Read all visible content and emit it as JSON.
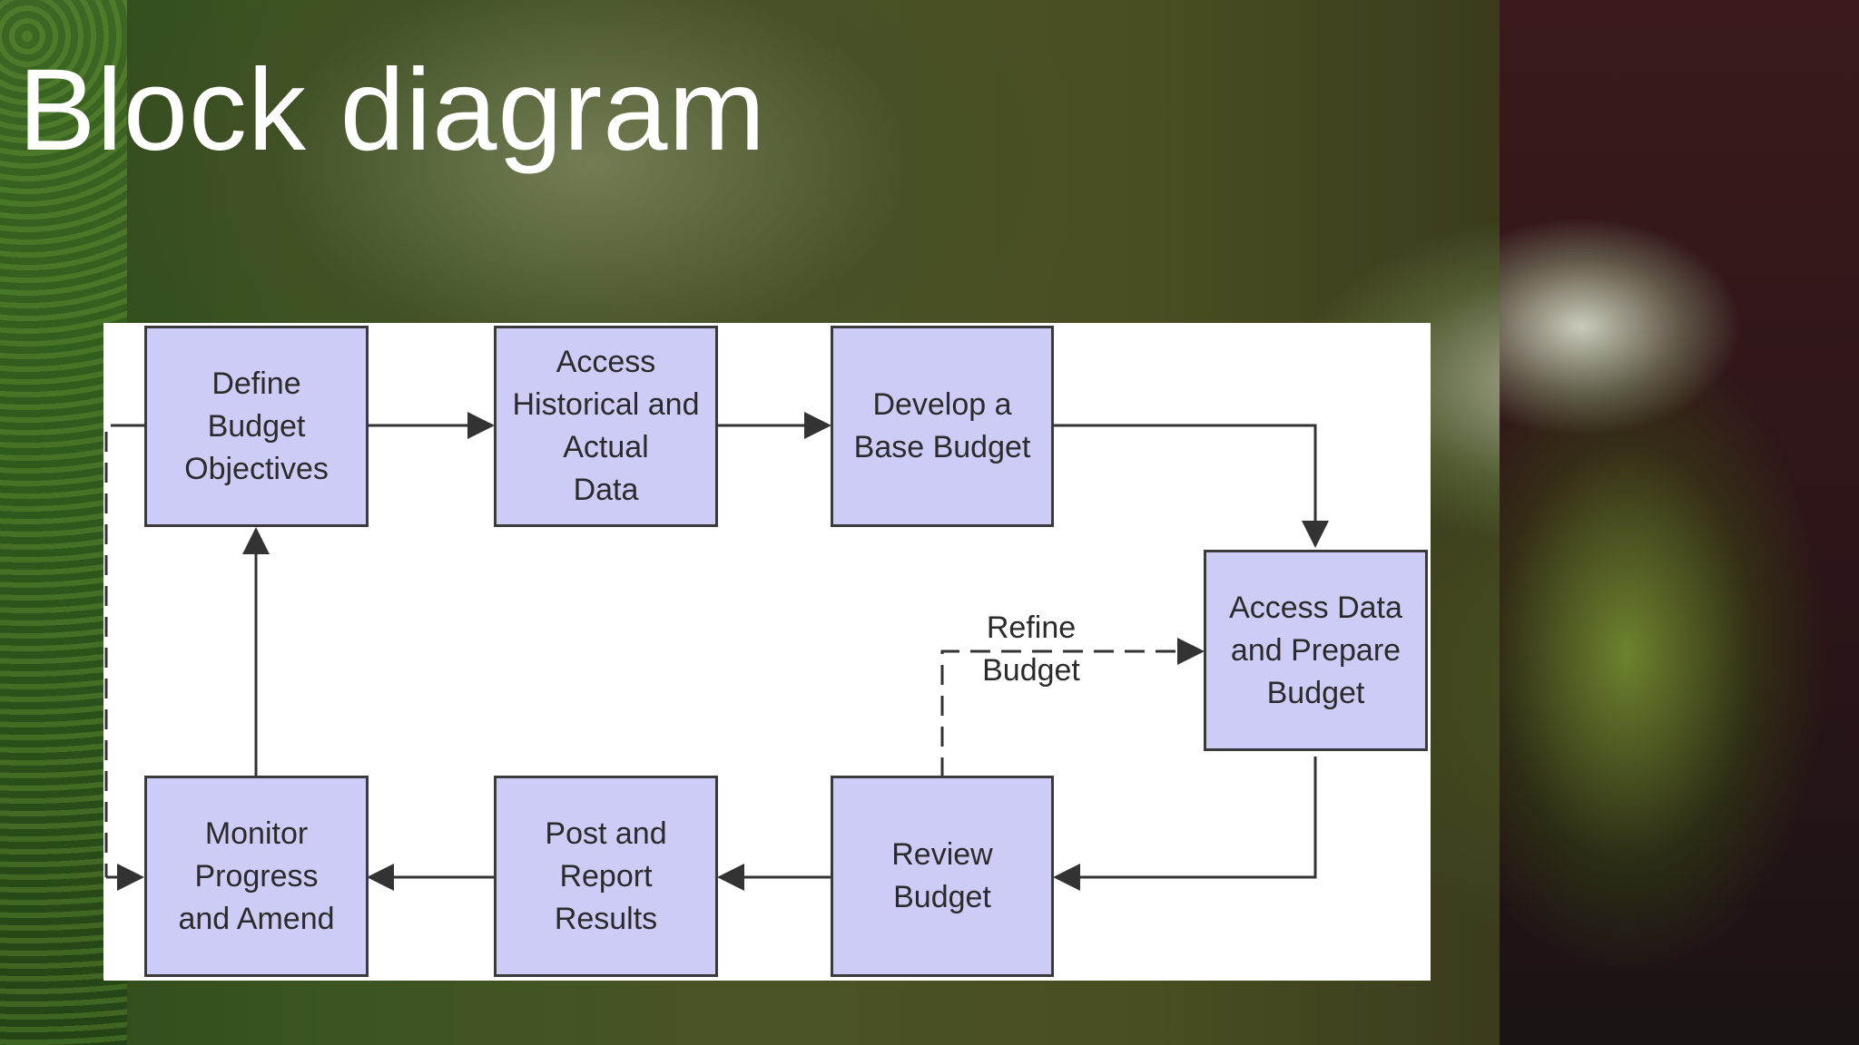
{
  "slide": {
    "title": "Block diagram"
  },
  "diagram": {
    "blocks": [
      {
        "id": "define-budget-objectives",
        "label": "Define\nBudget\nObjectives"
      },
      {
        "id": "access-historical-and-actual-data",
        "label": "Access\nHistorical and\nActual\nData"
      },
      {
        "id": "develop-a-base-budget",
        "label": "Develop a\nBase Budget"
      },
      {
        "id": "access-data-and-prepare-budget",
        "label": "Access Data\nand Prepare\nBudget"
      },
      {
        "id": "review-budget",
        "label": "Review\nBudget"
      },
      {
        "id": "post-and-report-results",
        "label": "Post and\nReport\nResults"
      },
      {
        "id": "monitor-progress-and-amend",
        "label": "Monitor\nProgress\nand Amend"
      }
    ],
    "edge_labels": {
      "refine_budget": "Refine\nBudget"
    },
    "colors": {
      "block_fill": "#ccccf7",
      "block_border": "#3a3a3a",
      "connector": "#333333"
    }
  }
}
